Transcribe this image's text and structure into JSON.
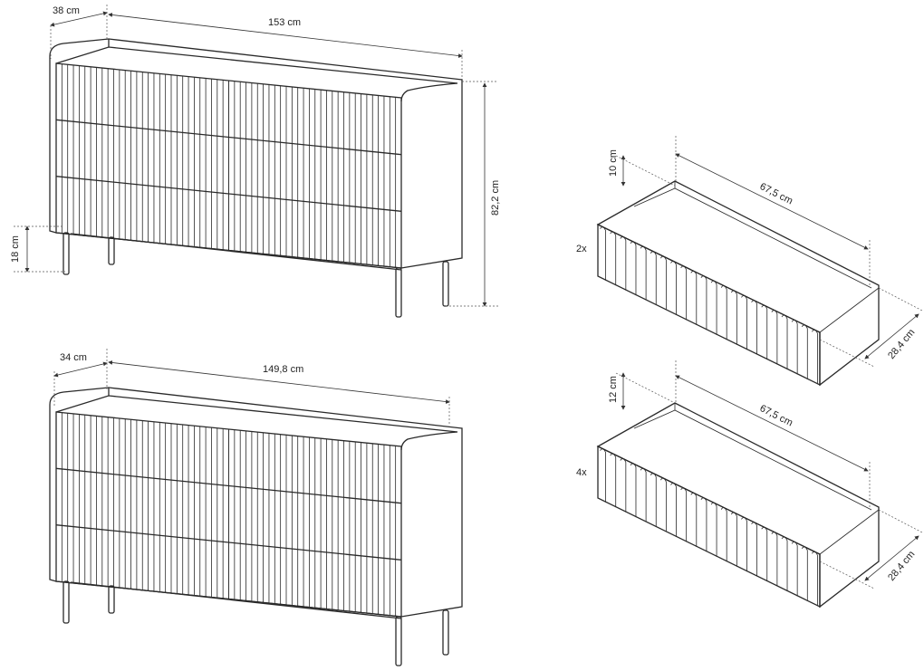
{
  "dresser_assembled": {
    "depth": "38 cm",
    "width": "153 cm",
    "height": "82,2 cm",
    "leg_height": "18 cm"
  },
  "dresser_body": {
    "depth": "34 cm",
    "width": "149,8 cm"
  },
  "drawer_small": {
    "quantity": "2x",
    "height": "10 cm",
    "length": "67,5 cm",
    "width": "28,4 cm"
  },
  "drawer_large": {
    "quantity": "4x",
    "height": "12 cm",
    "length": "67,5 cm",
    "width": "28,4 cm"
  },
  "colors": {
    "line": "#2a2a2a",
    "background": "#ffffff"
  }
}
